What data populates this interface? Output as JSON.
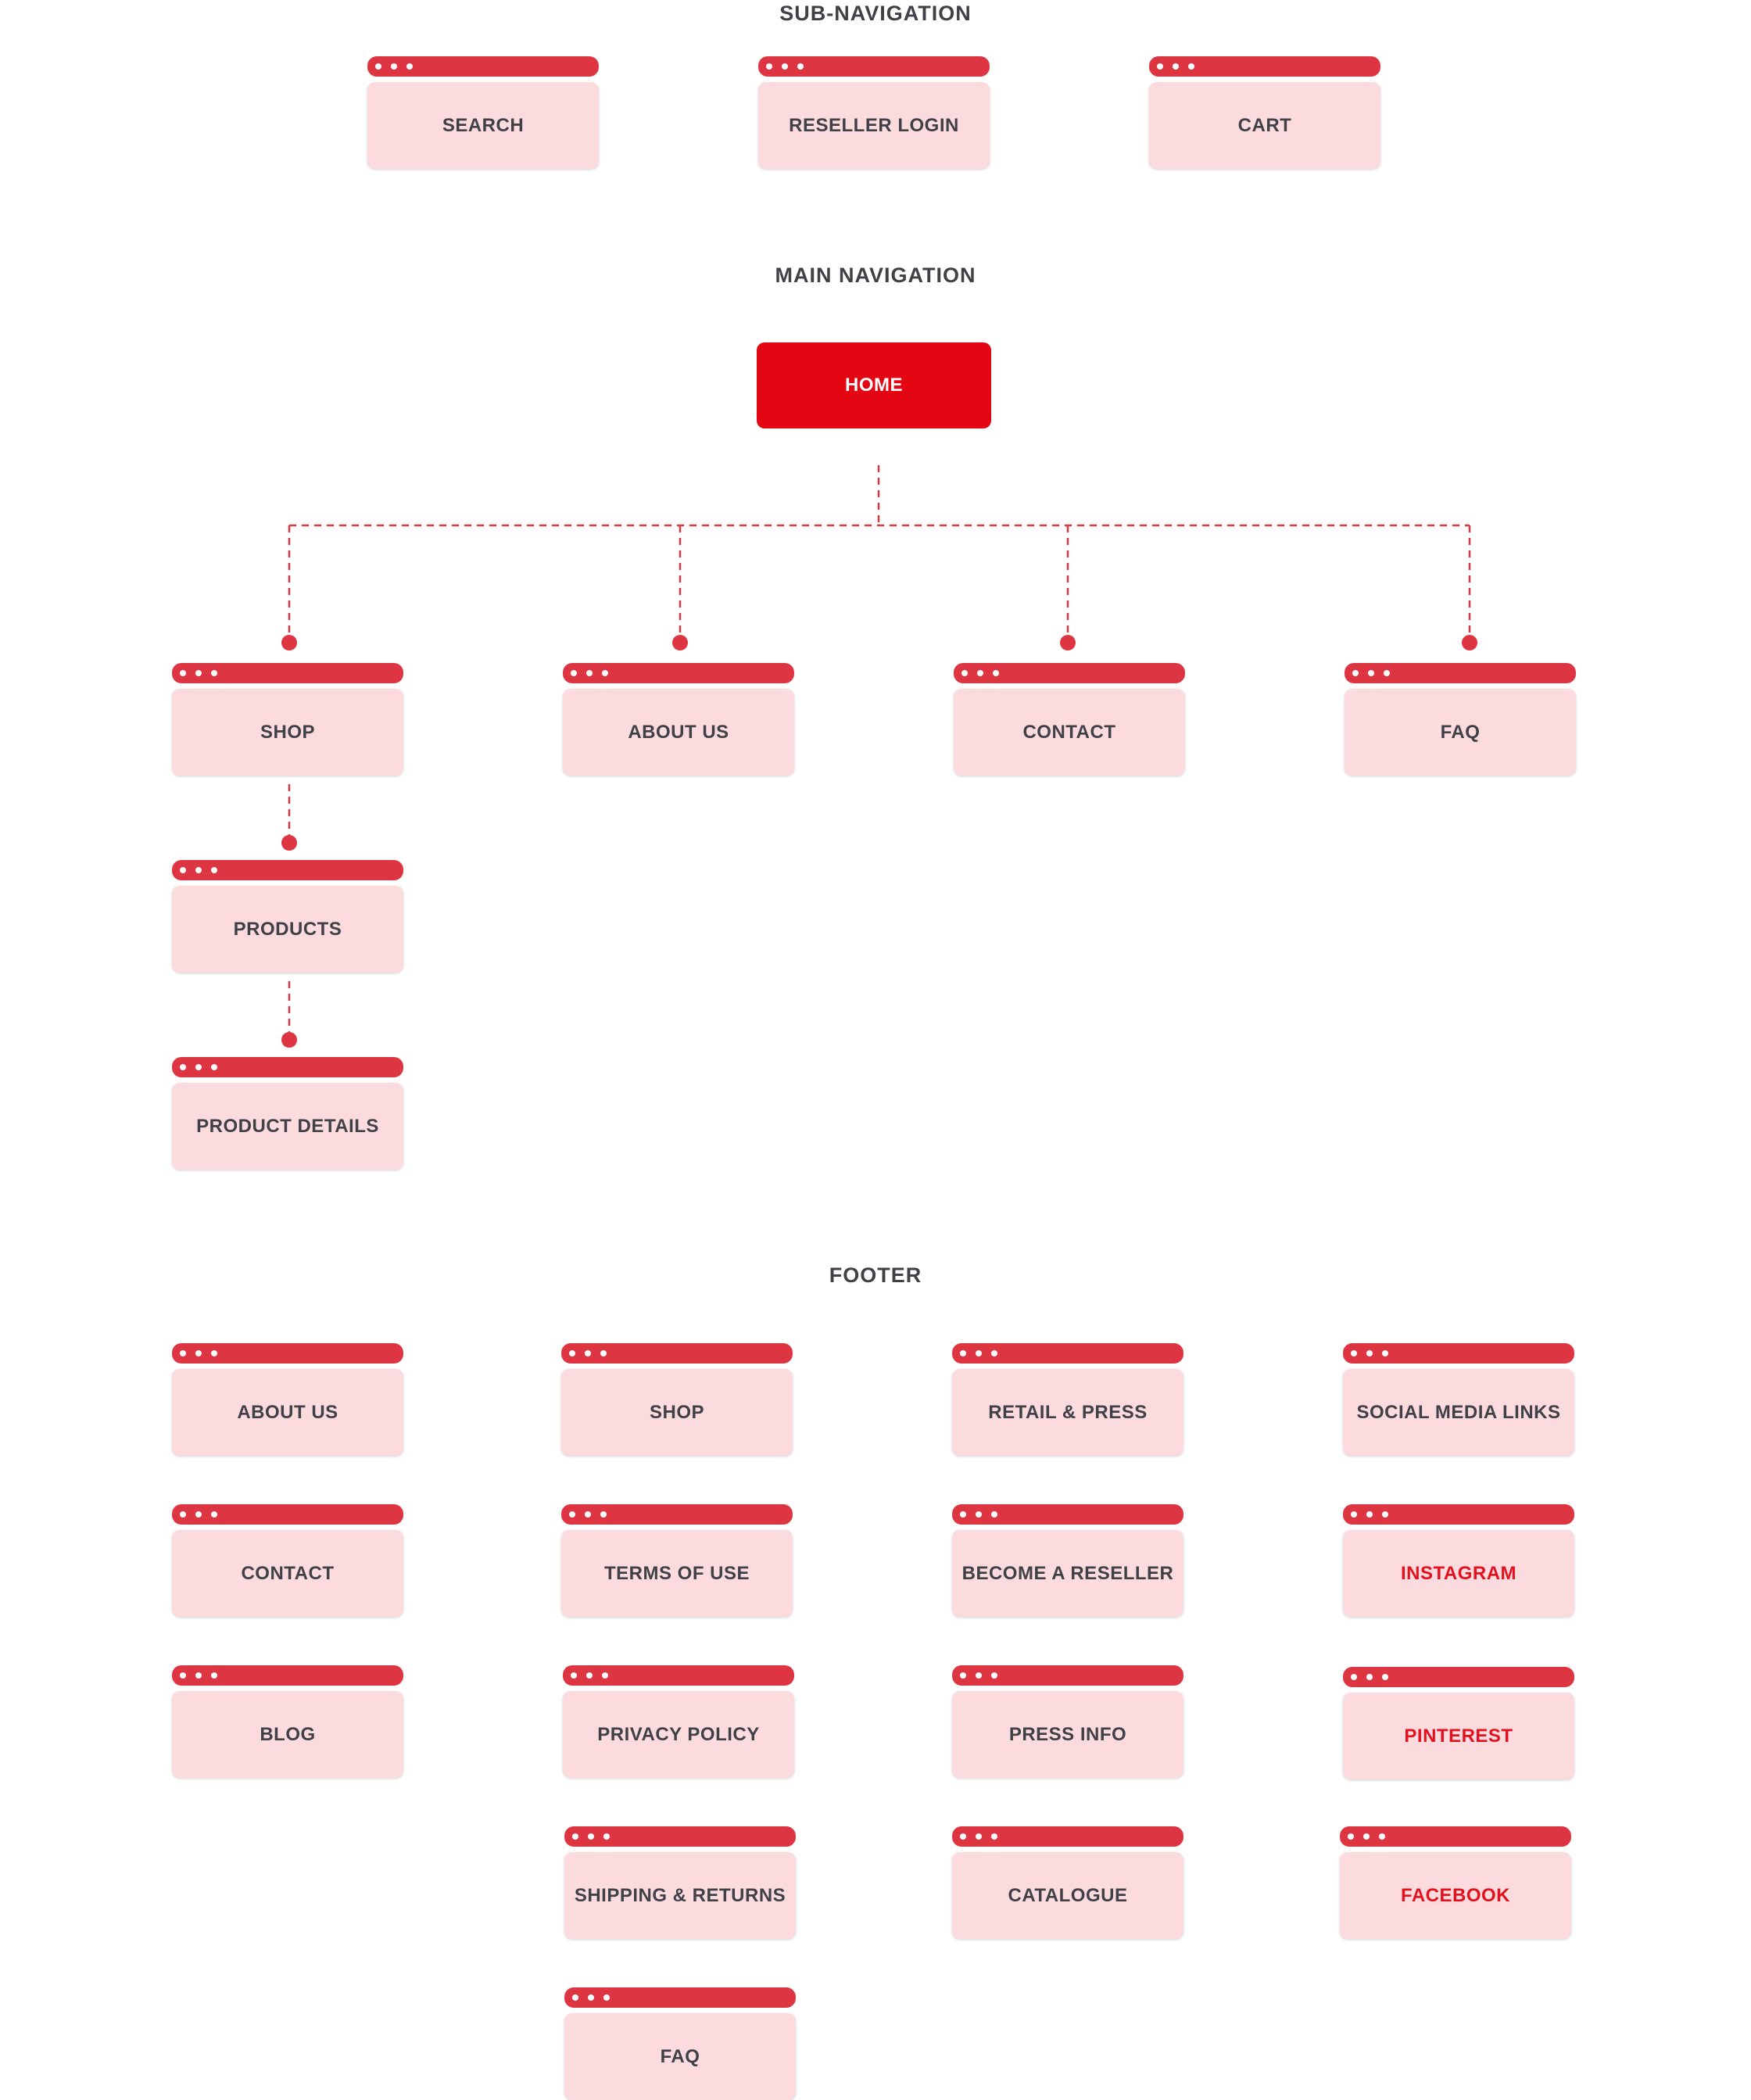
{
  "sections": {
    "sub_navigation": "SUB-NAVIGATION",
    "main_navigation": "MAIN NAVIGATION",
    "footer": "FOOTER"
  },
  "colors": {
    "accent_bar": "#dd3542",
    "card_body": "#fcdbdf",
    "home": "#e30613",
    "text": "#3f4146",
    "social_text": "#e3111e"
  },
  "sub_navigation": [
    "SEARCH",
    "RESELLER LOGIN",
    "CART"
  ],
  "main_navigation": {
    "root": "HOME",
    "children": [
      "SHOP",
      "ABOUT US",
      "CONTACT",
      "FAQ"
    ],
    "shop_children": [
      "PRODUCTS",
      "PRODUCT DETAILS"
    ]
  },
  "footer": {
    "col1": [
      "ABOUT US",
      "CONTACT",
      "BLOG"
    ],
    "col2": [
      "SHOP",
      "TERMS OF USE",
      "PRIVACY POLICY",
      "SHIPPING & RETURNS",
      "FAQ"
    ],
    "col3": [
      "RETAIL & PRESS",
      "BECOME A RESELLER",
      "PRESS INFO",
      "CATALOGUE"
    ],
    "col4": [
      "SOCIAL MEDIA LINKS",
      "INSTAGRAM",
      "PINTEREST",
      "FACEBOOK"
    ]
  }
}
